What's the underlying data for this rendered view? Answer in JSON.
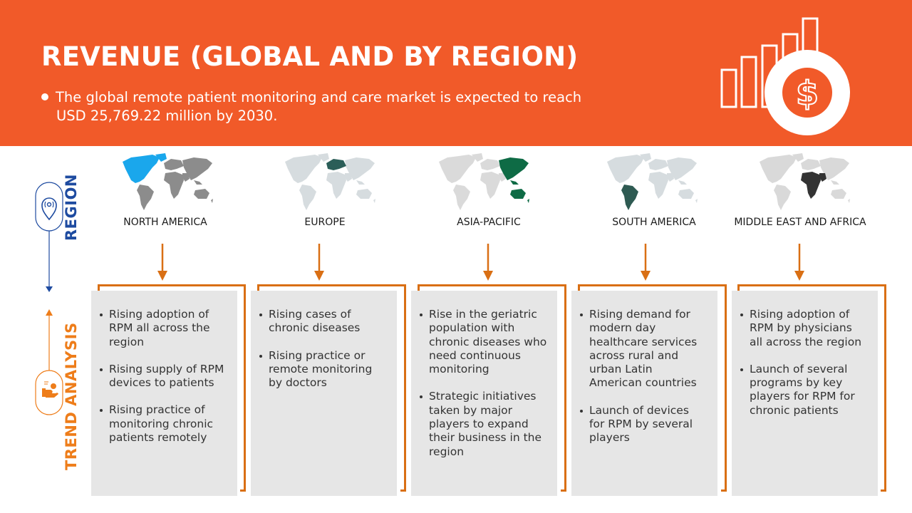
{
  "header": {
    "title": "REVENUE (GLOBAL AND BY REGION)",
    "bullet_line1": "The global remote patient monitoring and care market is expected to reach",
    "bullet_line2": "USD 25,769.22 million by 2030.",
    "icon": "revenue-bar-chart-coin-icon",
    "background_color": "#F15A29"
  },
  "side": {
    "region_label": "REGION",
    "region_icon": "location-pin-icon",
    "region_color": "#1E4BA0",
    "trend_label": "TREND ANALYSIS",
    "trend_icon": "hand-care-icon",
    "trend_color": "#EE7D1A"
  },
  "regions": [
    {
      "name": "NORTH AMERICA",
      "map_highlight_color": "#1AA7EC",
      "map_base_color": "#8C8C8C",
      "trends": [
        "Rising adoption of RPM all across the region",
        "Rising supply of RPM devices to patients",
        "Rising practice of monitoring chronic patients remotely"
      ]
    },
    {
      "name": "EUROPE",
      "map_highlight_color": "#2B5E58",
      "map_base_color": "#D6DCDF",
      "trends": [
        "Rising cases of chronic diseases",
        "Rising practice or remote monitoring by doctors"
      ]
    },
    {
      "name": "ASIA-PACIFIC",
      "map_highlight_color": "#0E6B45",
      "map_base_color": "#DADADA",
      "trends": [
        "Rise in the geriatric population with chronic diseases who need continuous monitoring",
        "Strategic initiatives taken by major players to expand their business in the region"
      ]
    },
    {
      "name": "SOUTH AMERICA",
      "map_highlight_color": "#2E5A52",
      "map_base_color": "#D6DCDF",
      "trends": [
        "Rising demand for modern day healthcare services across rural and urban Latin American countries",
        "Launch of devices for RPM by several players"
      ]
    },
    {
      "name": "MIDDLE EAST AND AFRICA",
      "map_highlight_color": "#333333",
      "map_base_color": "#D9D9D9",
      "trends": [
        "Rising adoption of RPM by physicians all across the region",
        "Launch of several programs by key players for RPM for chronic patients"
      ]
    }
  ],
  "colors": {
    "frame_orange": "#D96F14",
    "card_gray": "#E6E6E6"
  }
}
